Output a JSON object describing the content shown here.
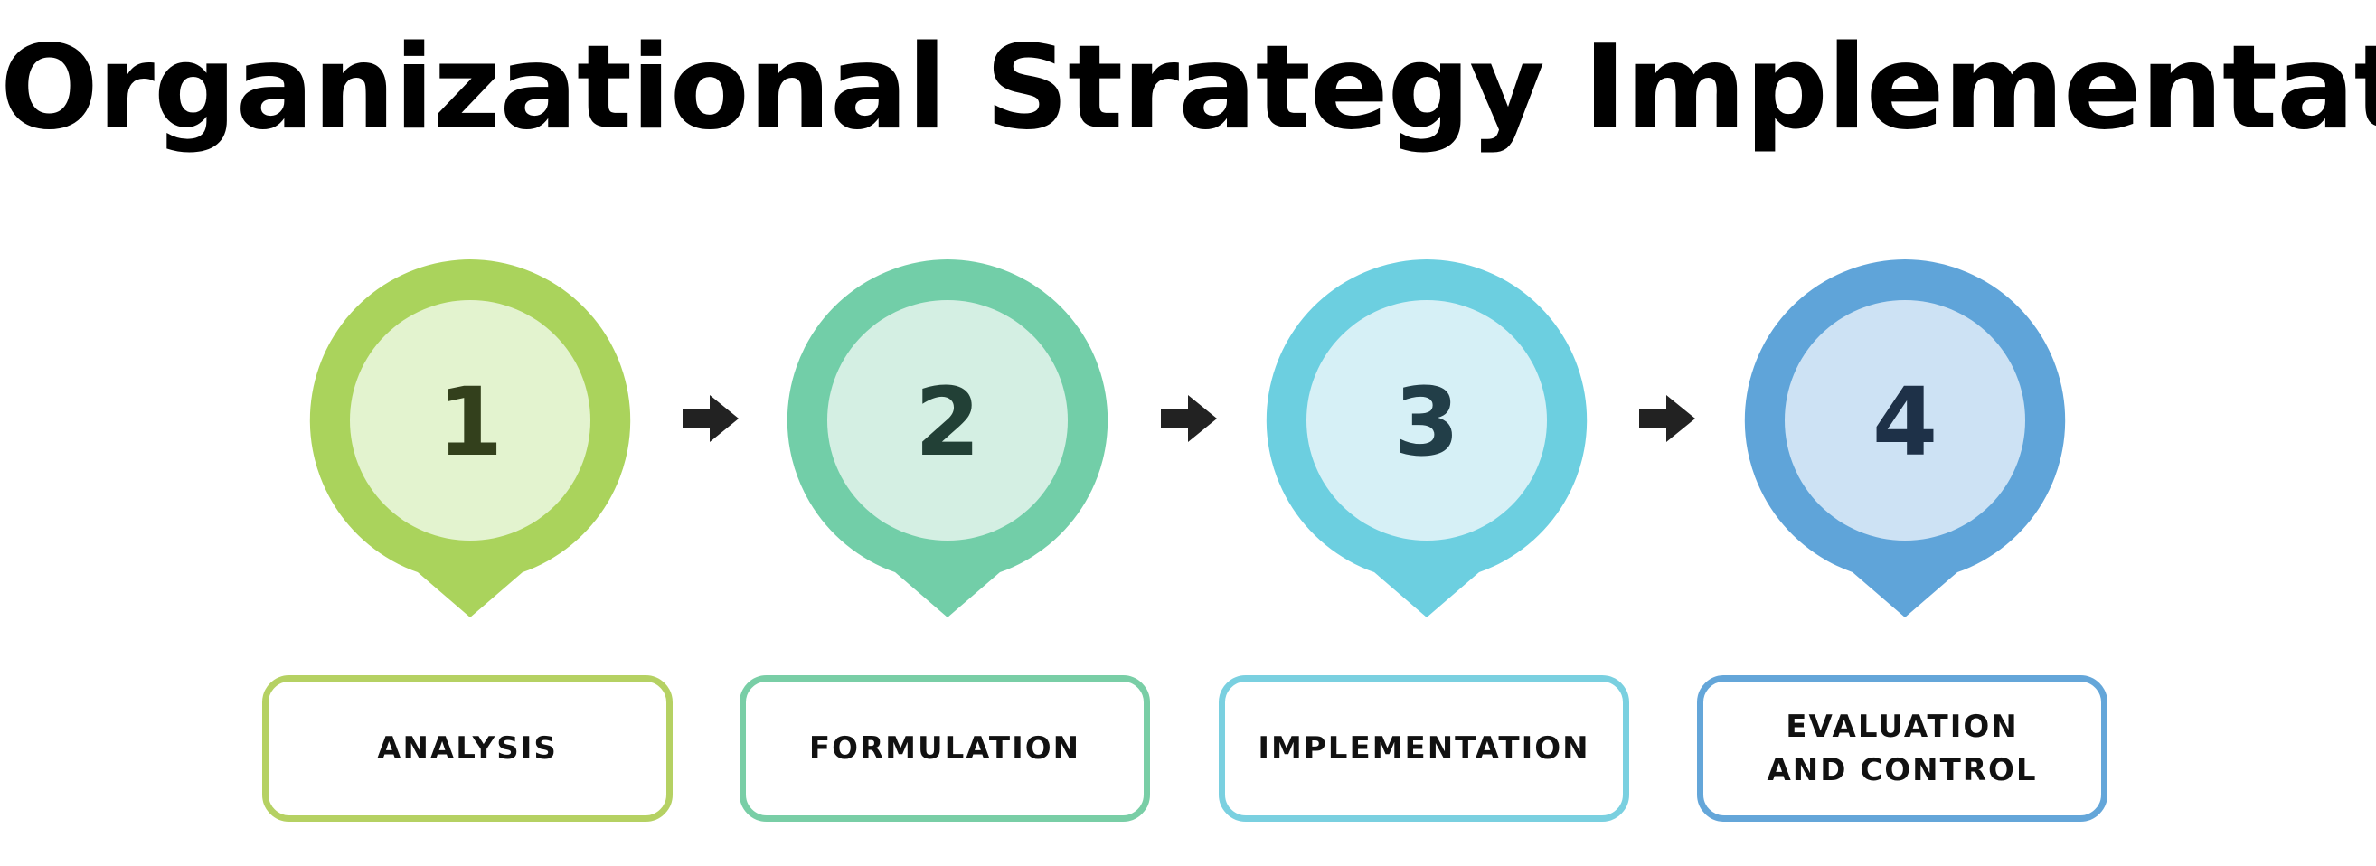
{
  "title": "Organizational Strategy Implementation",
  "steps": [
    {
      "number": "1",
      "label": "ANALYSIS",
      "outer_color": "#aad35c",
      "inner_color": "#e3f3cf",
      "number_color": "#33401c",
      "border_color": "#b5d163"
    },
    {
      "number": "2",
      "label": "FORMULATION",
      "outer_color": "#72cea8",
      "inner_color": "#d4efe3",
      "number_color": "#224036",
      "border_color": "#79cea6"
    },
    {
      "number": "3",
      "label": "IMPLEMENTATION",
      "outer_color": "#6ccfe0",
      "inner_color": "#d6f0f6",
      "number_color": "#223e48",
      "border_color": "#7ad0e0"
    },
    {
      "number": "4",
      "label": "EVALUATION AND CONTROL",
      "outer_color": "#5fa4d9",
      "inner_color": "#cde2f4",
      "number_color": "#1e3148",
      "border_color": "#64a6d9"
    }
  ],
  "connectors": [
    {
      "icon": "arrow-right-icon",
      "color": "#222222"
    },
    {
      "icon": "arrow-right-icon",
      "color": "#222222"
    },
    {
      "icon": "arrow-right-icon",
      "color": "#222222"
    }
  ]
}
